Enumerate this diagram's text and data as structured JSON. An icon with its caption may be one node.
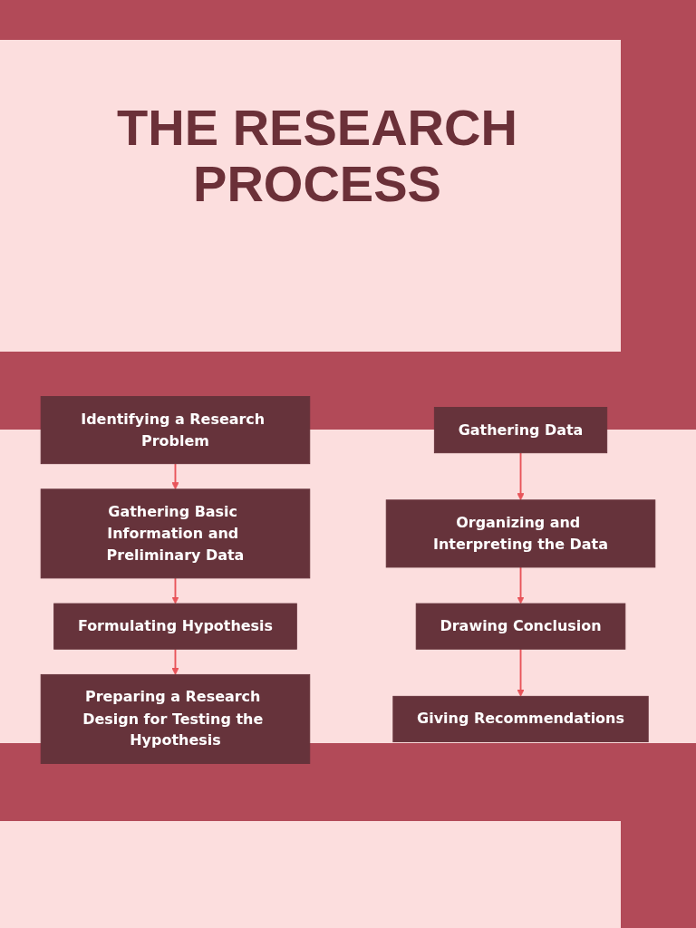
{
  "diagram": {
    "title": "THE RESEARCH PROCESS",
    "nodes": [
      {
        "text": [
          "Identifying a Research Problem"
        ]
      },
      {
        "text": [
          "Gathering Basic Information and Preliminary Data"
        ]
      },
      {
        "text": [
          "Formulating Hypothesis"
        ]
      },
      {
        "text": [
          "Preparing a Research Design for Testing the Hypothesis"
        ]
      },
      {
        "text": [
          "Gathering Data"
        ]
      },
      {
        "text": [
          "Organizing and Interpreting the Data"
        ]
      },
      {
        "text": [
          "Drawing Conclusion"
        ]
      },
      {
        "text": [
          "Giving Recommendations"
        ]
      }
    ],
    "edges": [
      {
        "from": 0,
        "to": 1,
        "arrow": "to"
      },
      {
        "from": 1,
        "to": 2,
        "arrow": "to"
      },
      {
        "from": 2,
        "to": 3,
        "arrow": "to"
      },
      {
        "from": 4,
        "to": 5,
        "arrow": "to"
      },
      {
        "from": 5,
        "to": 6,
        "arrow": "to"
      },
      {
        "from": 6,
        "to": 7,
        "arrow": "to"
      }
    ]
  }
}
